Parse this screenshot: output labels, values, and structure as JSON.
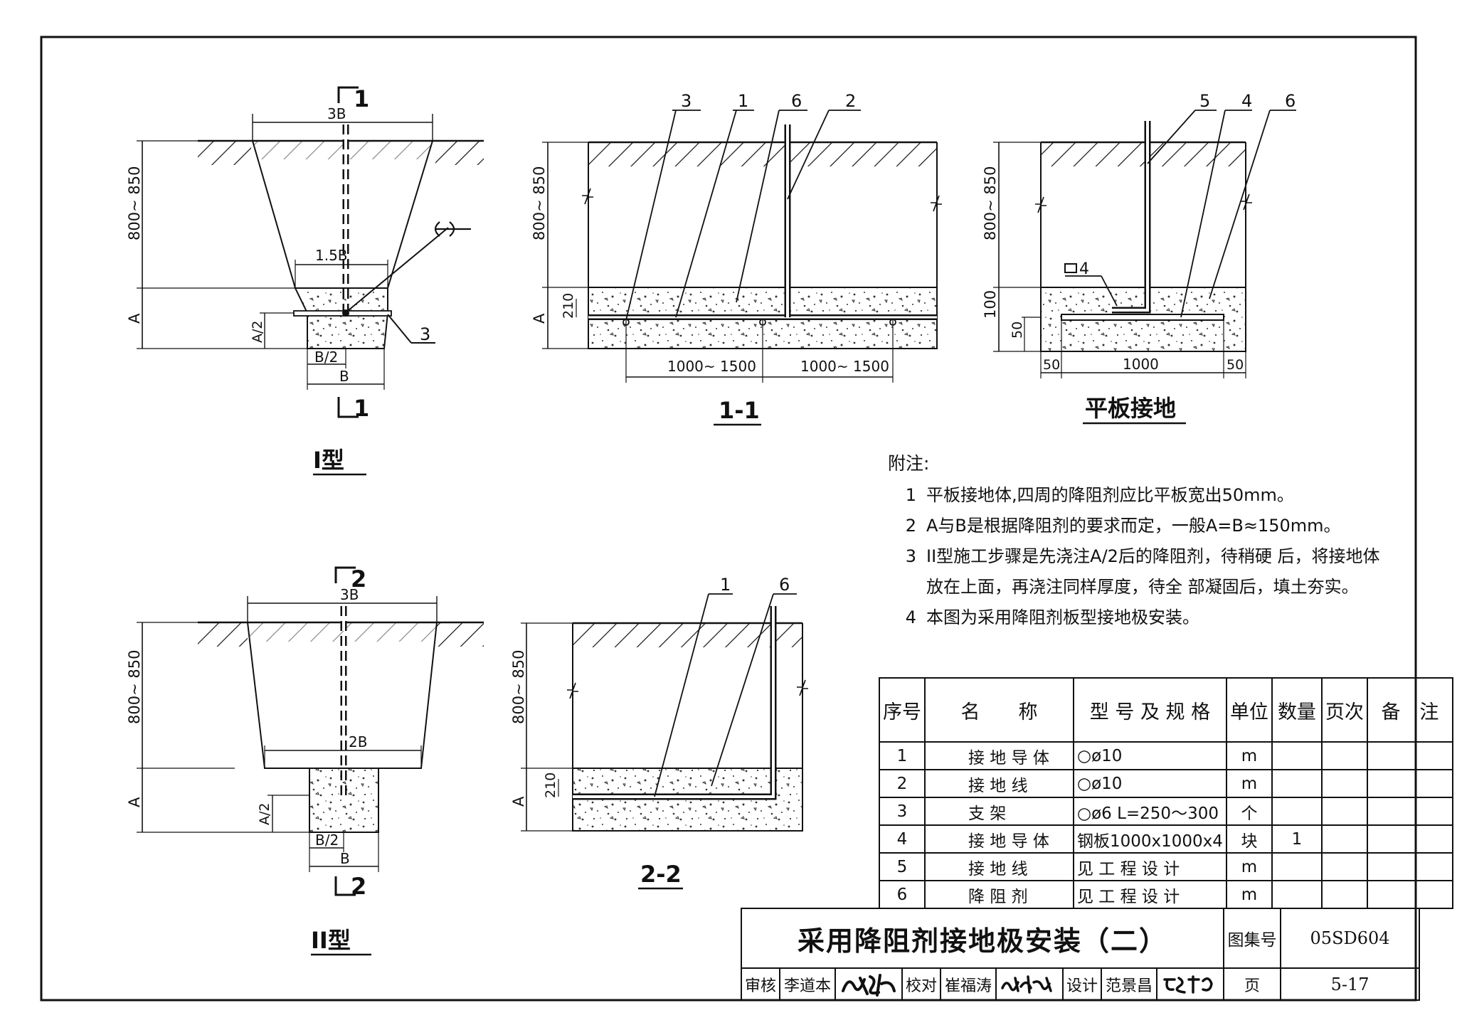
{
  "views": {
    "type1": {
      "caption": "I型",
      "section_mark": "1",
      "dim_top": "3B",
      "dim_mid": "1.5B",
      "dim_bottom": "B",
      "dim_half_b": "B/2",
      "dim_depth": "800~ 850",
      "dim_a": "A",
      "dim_half_a": "A/2",
      "callout": "3"
    },
    "type2": {
      "caption": "II型",
      "section_mark": "2",
      "dim_top": "3B",
      "dim_mid": "2B",
      "dim_bottom": "B",
      "dim_half_b": "B/2",
      "dim_depth": "800~ 850",
      "dim_a": "A",
      "dim_half_a": "A/2"
    },
    "section11": {
      "caption": "1-1",
      "callouts": [
        "3",
        "1",
        "6",
        "2"
      ],
      "dim_depth": "800~ 850",
      "dim_a": "A",
      "dim_210": "210",
      "dim_span1": "1000~ 1500",
      "dim_span2": "1000~ 1500"
    },
    "plate": {
      "caption": "平板接地",
      "callouts": [
        "5",
        "4",
        "6"
      ],
      "dim_depth": "800~ 850",
      "dim_100": "100",
      "dim_50": "50",
      "dim_left": "50",
      "dim_mid": "1000",
      "dim_right": "50",
      "weld_mark": "4"
    },
    "section22": {
      "caption": "2-2",
      "callouts": [
        "1",
        "6"
      ],
      "dim_depth": "800~ 850",
      "dim_a": "A",
      "dim_210": "210"
    }
  },
  "notes": {
    "title": "附注:",
    "items": [
      {
        "num": "1",
        "text": "平板接地体,四周的降阻剂应比平板宽出50mm。"
      },
      {
        "num": "2",
        "text": "A与B是根据降阻剂的要求而定，一般A=B≈150mm。"
      },
      {
        "num": "3",
        "text": "II型施工步骤是先浇注A/2后的降阻剂，待稍硬 后，将接地体"
      },
      {
        "num": "",
        "text": "放在上面，再浇注同样厚度，待全 部凝固后，填土夯实。"
      },
      {
        "num": "4",
        "text": "本图为采用降阻剂板型接地极安装。"
      }
    ]
  },
  "parts_table": {
    "headers": [
      "序号",
      "名　　称",
      "型 号 及 规 格",
      "单位",
      "数量",
      "页次",
      "备　注"
    ],
    "rows": [
      {
        "no": "1",
        "name": "接 地 导 体",
        "spec": "○ø10",
        "unit": "m",
        "qty": "",
        "page": "",
        "remark": ""
      },
      {
        "no": "2",
        "name": "接 地 线",
        "spec": "○ø10",
        "unit": "m",
        "qty": "",
        "page": "",
        "remark": ""
      },
      {
        "no": "3",
        "name": "支 架",
        "spec": "○ø6  L=250～300",
        "unit": "个",
        "qty": "",
        "page": "",
        "remark": ""
      },
      {
        "no": "4",
        "name": "接 地 导 体",
        "spec": "钢板1000x1000x4",
        "unit": "块",
        "qty": "1",
        "page": "",
        "remark": ""
      },
      {
        "no": "5",
        "name": "接 地 线",
        "spec": "见 工 程 设 计",
        "unit": "m",
        "qty": "",
        "page": "",
        "remark": ""
      },
      {
        "no": "6",
        "name": "降 阻 剂",
        "spec": "见 工 程 设 计",
        "unit": "m",
        "qty": "",
        "page": "",
        "remark": ""
      }
    ]
  },
  "title_block": {
    "title": "采用降阻剂接地极安装（二）",
    "atlas_label": "图集号",
    "atlas_no": "05SD604",
    "review_label": "审核",
    "reviewer": "李道本",
    "check_label": "校对",
    "checker": "崔福涛",
    "design_label": "设计",
    "designer": "范景昌",
    "page_label": "页",
    "page_no": "5-17"
  }
}
